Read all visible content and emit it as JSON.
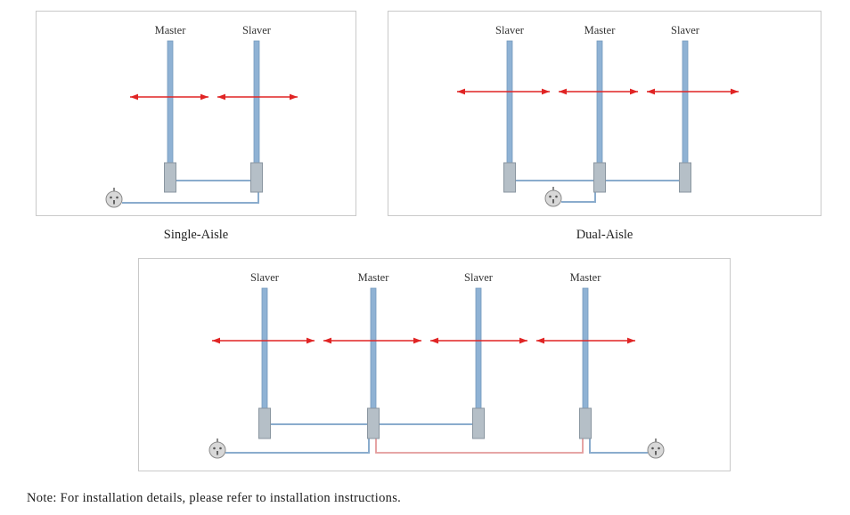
{
  "panels": [
    {
      "caption": "Single-Aisle",
      "posts": [
        "Master",
        "Slaver"
      ]
    },
    {
      "caption": "Dual-Aisle",
      "posts": [
        "Slaver",
        "Master",
        "Slaver"
      ]
    },
    {
      "caption": "",
      "posts": [
        "Slaver",
        "Master",
        "Slaver",
        "Master"
      ]
    }
  ],
  "note": "Note: For installation details, please refer to installation instructions.",
  "colors": {
    "arrow_red": "#e02424",
    "post_blue": "#8fb2d4",
    "wire_blue": "#8aaccd",
    "sync_pink": "#e39a9a",
    "housing_gray": "#b5bfc7",
    "outlet_gray": "#d8d8d8",
    "panel_border": "#c9c9c9"
  },
  "icons": {
    "power_outlet": "power-socket-icon"
  }
}
